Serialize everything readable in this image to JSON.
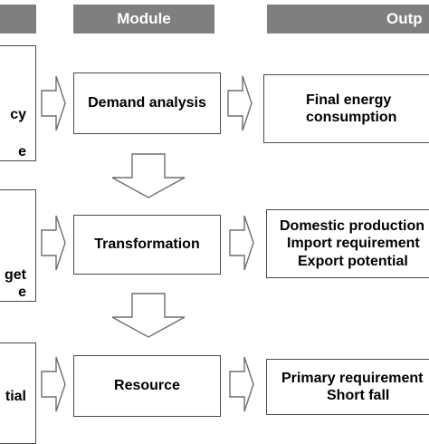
{
  "headers": {
    "left": "",
    "module": "Module",
    "output": "Outp"
  },
  "left_column": [
    {
      "lines": [
        "cy",
        "e"
      ]
    },
    {
      "lines": [
        "get",
        "e"
      ]
    },
    {
      "lines": [
        "tial"
      ]
    }
  ],
  "modules": [
    {
      "label": "Demand analysis"
    },
    {
      "label": "Transformation"
    },
    {
      "label": "Resource"
    }
  ],
  "outputs": [
    {
      "lines": [
        "Final energy",
        "consumption"
      ]
    },
    {
      "lines": [
        "Domestic production",
        "Import requirement",
        "Export potential"
      ]
    },
    {
      "lines": [
        "Primary requirement",
        "Short fall"
      ]
    }
  ],
  "colors": {
    "header_fill": "#7f7f7f",
    "header_text": "#ffffff",
    "box_border": "#4a4a4a",
    "arrow_stroke": "#6e6e6e"
  }
}
